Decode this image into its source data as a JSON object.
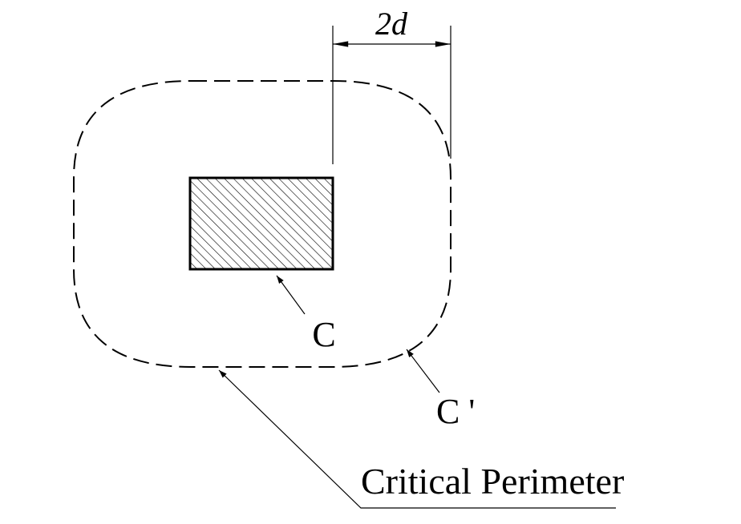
{
  "labels": {
    "dimension": "2d",
    "column": "C",
    "perimeter": "C '",
    "callout": "Critical Perimeter"
  },
  "colors": {
    "stroke": "#000000",
    "background": "#ffffff"
  }
}
